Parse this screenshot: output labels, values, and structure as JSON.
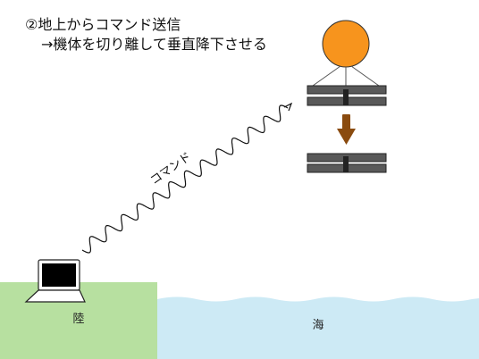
{
  "title": {
    "line1": "②地上からコマンド送信",
    "line2": "→機体を切り離して垂直降下させる"
  },
  "labels": {
    "signal": "コマンド",
    "land": "陸",
    "sea": "海"
  },
  "colors": {
    "land": "#b7e0a0",
    "sea": "#cdeaf5",
    "balloon": "#f7941d",
    "panel": "#595959",
    "arrow": "#8a4b0f"
  }
}
